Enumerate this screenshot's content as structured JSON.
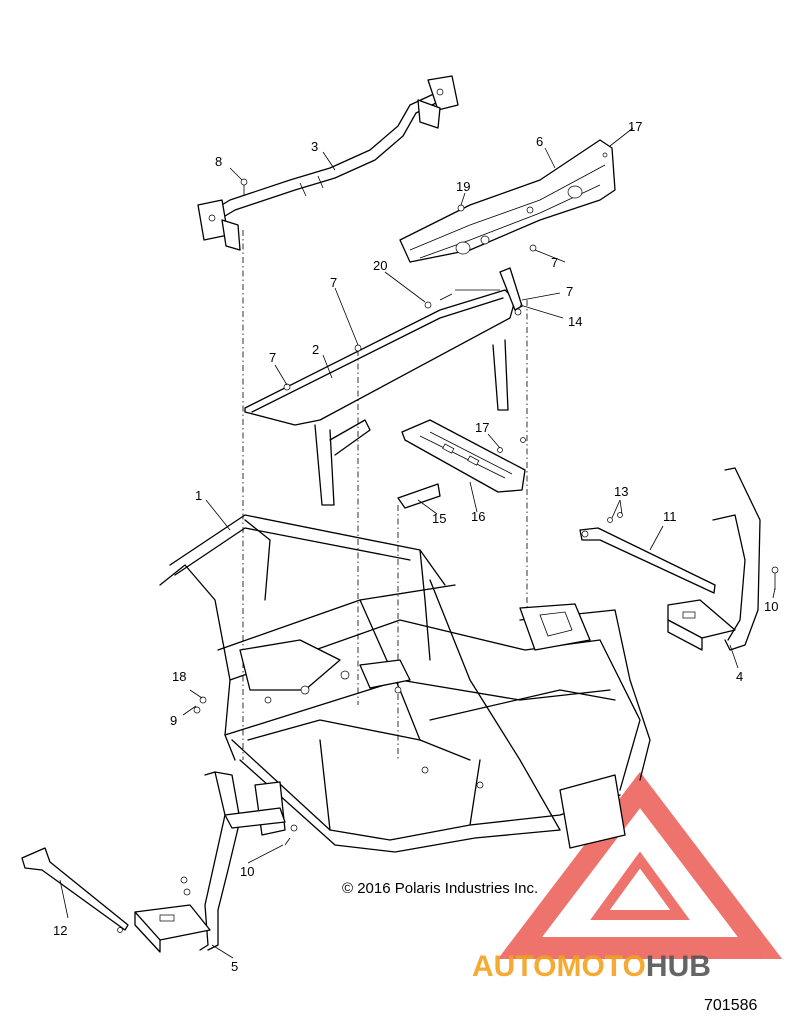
{
  "callouts": {
    "c1": "1",
    "c2": "2",
    "c3": "3",
    "c4": "4",
    "c5": "5",
    "c6": "6",
    "c7a": "7",
    "c7b": "7",
    "c7c": "7",
    "c7d": "7",
    "c8": "8",
    "c9": "9",
    "c10a": "10",
    "c10b": "10",
    "c11": "11",
    "c12": "12",
    "c13": "13",
    "c14": "14",
    "c15": "15",
    "c16": "16",
    "c17a": "17",
    "c17b": "17",
    "c18": "18",
    "c19": "19",
    "c20": "20"
  },
  "copyright": "© 2016 Polaris Industries Inc.",
  "diagram_number": "701586",
  "watermark": {
    "text_part1": "AUTOMOTO",
    "text_part2": "HUB",
    "color_primary": "#e8453c",
    "color_secondary": "#f4a11d",
    "color_dark": "#555555"
  }
}
